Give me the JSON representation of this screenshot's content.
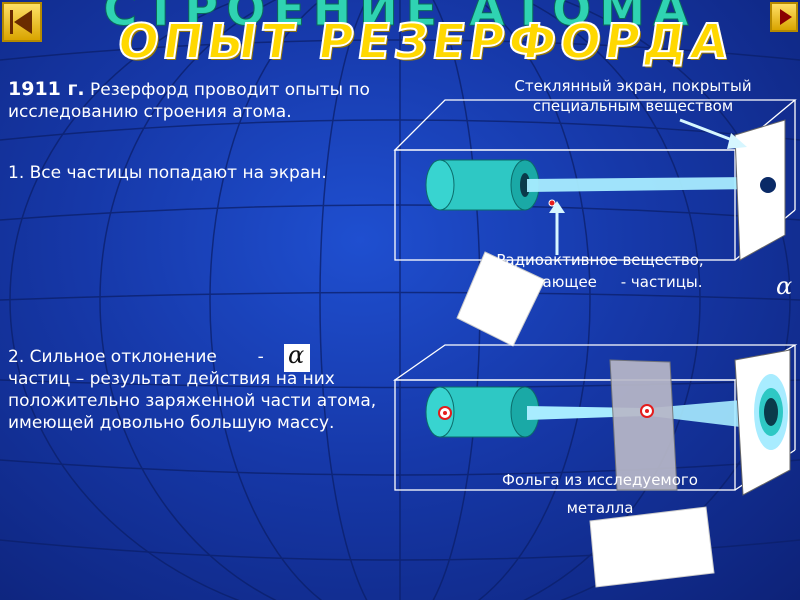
{
  "nav": {
    "prev_icon": "triangle-left-icon",
    "next_icon": "triangle-right-icon",
    "button_color": "#f2c200"
  },
  "title": {
    "back": "СТРОЕНИЕ АТОМА",
    "front": "ОПЫТ РЕЗЕРФОРДА"
  },
  "intro": {
    "year": "1911 г.",
    "text": "Резерфорд проводит опыты по исследованию строения атома."
  },
  "point1": "1. Все частицы попадают на экран.",
  "point2": {
    "start": "2. Сильное отклонение",
    "dash": "-",
    "rest": "частиц – результат действия на них положительно заряженной части атома, имеющей довольно большую массу."
  },
  "alpha_symbol": "α",
  "labels": {
    "screen_line1": "Стеклянный экран, покрытый",
    "screen_line2": "специальным веществом",
    "source_line1": "Радиоактивное вещество,",
    "source_line2": "излучающее     - частицы.",
    "foil_line1": "Фольга из исследуемого",
    "foil_line2": "металла"
  },
  "colors": {
    "background": "#1638a8",
    "title_front": "#ffd800",
    "title_back": "#2fd3b2",
    "cylinder": "#2ec8c4",
    "beam": "#a8ecff"
  }
}
